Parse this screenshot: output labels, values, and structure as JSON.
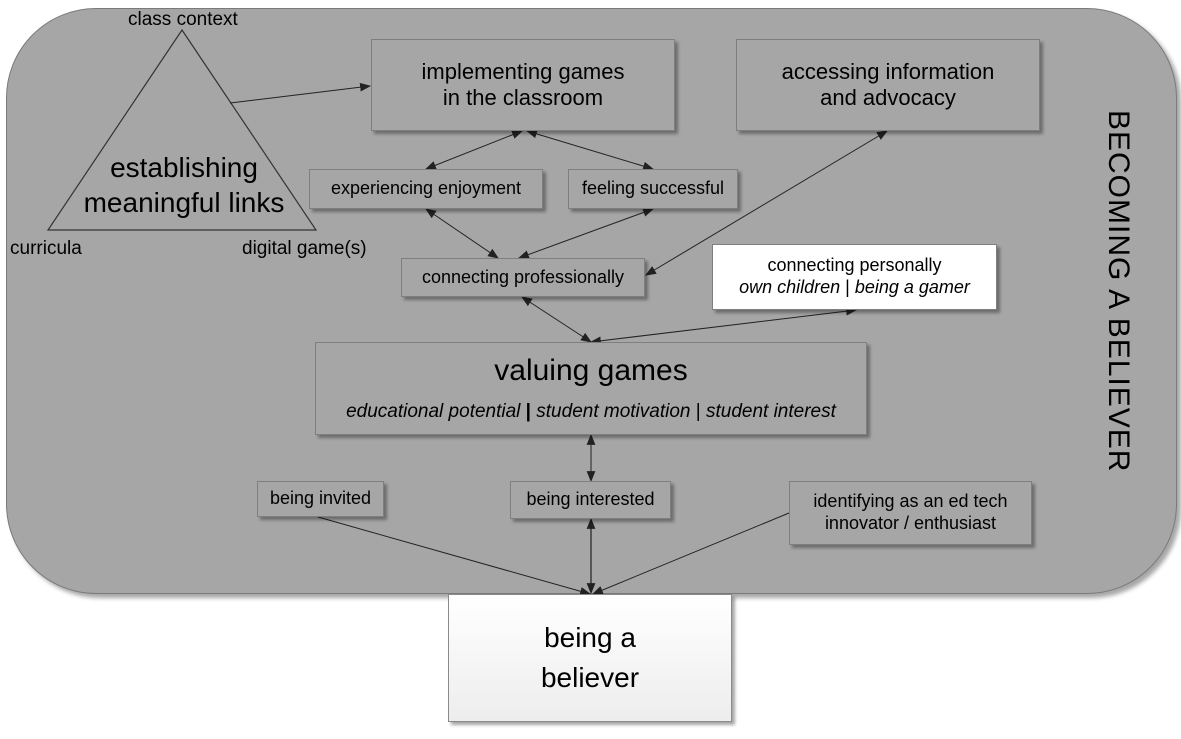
{
  "region_title": "BECOMING A BELIEVER",
  "triangle": {
    "center_line1": "establishing",
    "center_line2": "meaningful links",
    "top_vertex": "class context",
    "left_vertex": "curricula",
    "right_vertex": "digital game(s)"
  },
  "nodes": {
    "implementing": {
      "line1": "implementing games",
      "line2": "in the classroom"
    },
    "accessing": {
      "line1": "accessing information",
      "line2": "and advocacy"
    },
    "enjoyment": {
      "label": "experiencing enjoyment"
    },
    "successful": {
      "label": "feeling successful"
    },
    "professional": {
      "label": "connecting professionally"
    },
    "personal": {
      "title": "connecting personally",
      "sub1": "own children",
      "sep": " | ",
      "sub2": "being a gamer"
    },
    "valuing": {
      "title": "valuing games",
      "sub1": "educational potential",
      "sep1": " | ",
      "sub2": "student motivation",
      "sep2": " | ",
      "sub3": "student interest"
    },
    "invited": {
      "label": "being invited"
    },
    "interested": {
      "label": "being interested"
    },
    "identifying": {
      "line1": "identifying as an ed tech",
      "line2": "innovator / enthusiast"
    },
    "believer": {
      "line1": "being a",
      "line2": "believer"
    }
  },
  "colors": {
    "region_fill": "#a6a6a6",
    "box_fill": "#a6a6a6",
    "white_box_fill": "#ffffff",
    "line_color": "#222222"
  }
}
